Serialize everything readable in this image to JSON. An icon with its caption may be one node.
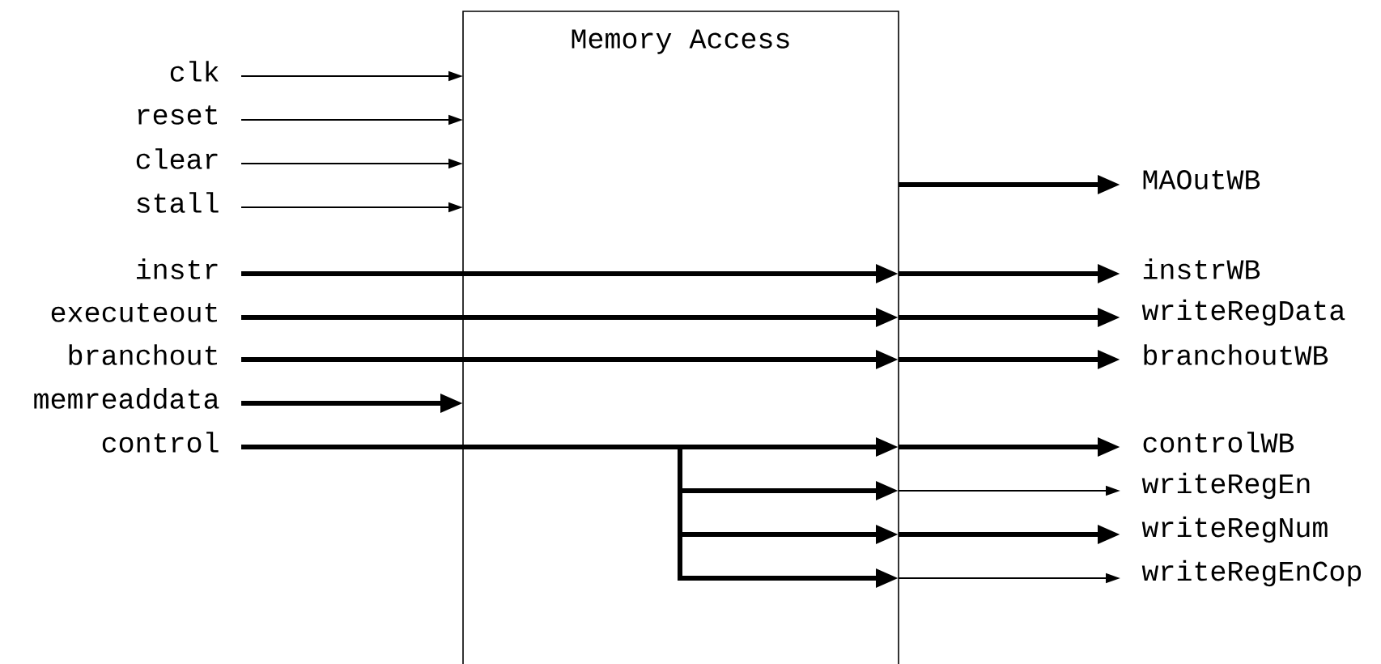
{
  "diagram": {
    "nodes": [
      {
        "text": [
          "Memory Access"
        ]
      },
      {
        "text": [
          "clk"
        ]
      },
      {
        "text": [
          "reset"
        ]
      },
      {
        "text": [
          "clear"
        ]
      },
      {
        "text": [
          "stall"
        ]
      },
      {
        "text": [
          "instr"
        ]
      },
      {
        "text": [
          "executeout"
        ]
      },
      {
        "text": [
          "branchout"
        ]
      },
      {
        "text": [
          "memreaddata"
        ]
      },
      {
        "text": [
          "control"
        ]
      },
      {
        "text": [
          "MAOutWB"
        ]
      },
      {
        "text": [
          "instrWB"
        ]
      },
      {
        "text": [
          "writeRegData"
        ]
      },
      {
        "text": [
          "branchoutWB"
        ]
      },
      {
        "text": [
          "controlWB"
        ]
      },
      {
        "text": [
          "writeRegEn"
        ]
      },
      {
        "text": [
          "writeRegNum"
        ]
      },
      {
        "text": [
          "writeRegEnCop"
        ]
      }
    ],
    "edges": [
      {
        "from": 1,
        "to": 0,
        "arrow": "to"
      },
      {
        "from": 2,
        "to": 0,
        "arrow": "to"
      },
      {
        "from": 3,
        "to": 0,
        "arrow": "to"
      },
      {
        "from": 4,
        "to": 0,
        "arrow": "to"
      },
      {
        "from": 5,
        "to": 0,
        "arrow": "to"
      },
      {
        "from": 6,
        "to": 0,
        "arrow": "to"
      },
      {
        "from": 7,
        "to": 0,
        "arrow": "to"
      },
      {
        "from": 8,
        "to": 0,
        "arrow": "to"
      },
      {
        "from": 9,
        "to": 0,
        "arrow": "to"
      },
      {
        "from": 9,
        "to": 0,
        "arrow": "to"
      },
      {
        "from": 9,
        "to": 0,
        "arrow": "to"
      },
      {
        "from": 9,
        "to": 0,
        "arrow": "to"
      },
      {
        "from": 0,
        "to": 10,
        "arrow": "to"
      },
      {
        "from": 0,
        "to": 11,
        "arrow": "to"
      },
      {
        "from": 0,
        "to": 12,
        "arrow": "to"
      },
      {
        "from": 0,
        "to": 13,
        "arrow": "to"
      },
      {
        "from": 0,
        "to": 14,
        "arrow": "to"
      },
      {
        "from": 0,
        "to": 15,
        "arrow": "to"
      },
      {
        "from": 0,
        "to": 16,
        "arrow": "to"
      },
      {
        "from": 0,
        "to": 17,
        "arrow": "to"
      }
    ]
  }
}
